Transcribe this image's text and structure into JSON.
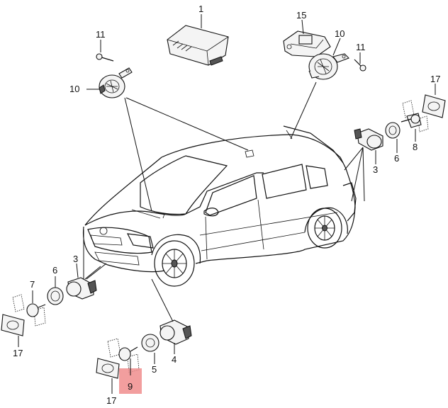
{
  "callouts": {
    "c1": "1",
    "c15": "15",
    "c10_top": "10",
    "c11_top": "11",
    "c11_left": "11",
    "c10_left": "10",
    "c17_right": "17",
    "c8": "8",
    "c6_right": "6",
    "c3_right": "3",
    "c3_left": "3",
    "c6_left": "6",
    "c7": "7",
    "c17_left": "17",
    "c4": "4",
    "c5": "5",
    "c9": "9",
    "c17_bottom": "17"
  },
  "highlight_color": "#f08d8d"
}
